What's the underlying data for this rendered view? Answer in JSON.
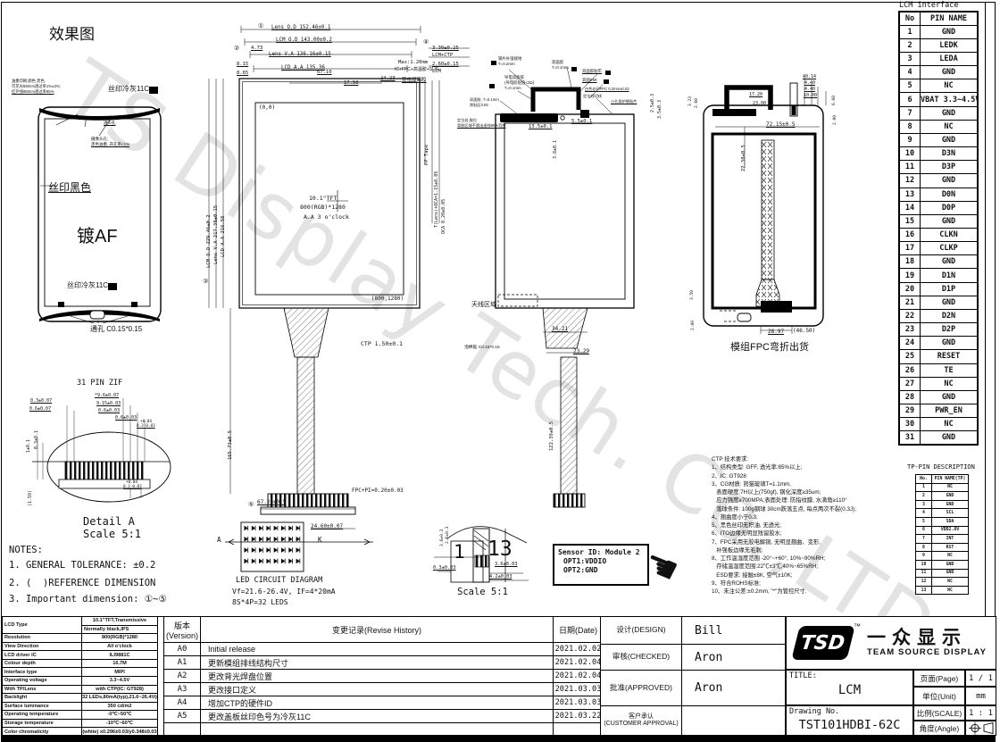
{
  "watermark": "TS Display Tech. Co.,LTD",
  "effect": {
    "title": "效果图",
    "ir1": "油墨印刷:颜色 黑色,",
    "ir2": "可见光550nm透过率1%±3%;",
    "ir3": "红外线850nm透过率85%",
    "top_gray": "丝印冷灰11C",
    "sound_hole": "透声孔",
    "camera1": "摄像头孔:",
    "camera2": "黑色油墨, 开孔率<1%",
    "black_print": "丝印黑色",
    "af": "镀AF",
    "bottom_gray": "丝印冷灰11C",
    "through_hole": "通孔 C0.15*0.15"
  },
  "detailA": {
    "pin_label": "31 PIN ZIF",
    "d0": "0.3±0.07",
    "d1": "0.6±0.07",
    "d2": "*9.6±0.07",
    "d3": "9.15±0.03",
    "d4": "0.6±0.03",
    "d5": "0.6±0.03",
    "d6a": "+0.04",
    "d6b": "0.3-0.03",
    "d7": "1±0.1",
    "d8": "0.3±0.1",
    "d9": "(1.59)",
    "d10a": "+0.04",
    "d10b": "0.3-0.03",
    "title": "Detail A",
    "scale": "Scale 5:1"
  },
  "notes": {
    "l0": "NOTES:",
    "l1": "1. GENERAL TOLERANCE: ±0.2",
    "l2": "2. (  )REFERENCE DIMENSION",
    "l3": "3. Important dimension: ①~⑤"
  },
  "view1": {
    "c1": "①",
    "c2": "②",
    "c3": "③",
    "c4": "④",
    "c5": "⑤",
    "d0": "Lens O.D 152.46±0.1",
    "d1": "LCM O.D 143.00±0.2",
    "d2": "4.73",
    "d3": "Lens V.A 136.16±0.15",
    "d4": "8.15",
    "d5": "LCD A.A 135.36",
    "d6": "8.65",
    "d7": "67.10",
    "d8": "17.50",
    "d9": "24.23",
    "t1": "Max:1.20mm",
    "t2": "IC+FPC+高温胶+SUS",
    "t3": "导电双面胶",
    "t4": "3.30±0.25",
    "t5": "LCM+CTP",
    "t6": "2.60±0.15",
    "t7": "LCM",
    "origin": "(0,0)",
    "center1": "10.1\"TFT",
    "center2": "800(RGB)*1280",
    "center3": "A.A 3 o'clock",
    "corner": "(800,1280)",
    "ctp_dim": "CTP 1.50±0.1",
    "fpc_dim": "FPC+PI=0.20±0.03",
    "d10": "67.28±0.5",
    "d11": "24.60±0.07",
    "v1": "LCM O.D 229.46±0.2",
    "v2": "Lens V.A 217.38±0.15",
    "v3": "LCD A.A 216.58",
    "v4": "165.73±0.5",
    "v5": "PP Tape",
    "v6": "T(Lens)+OCA=1.15±0.05",
    "v7": "OCA 0.20±0.05"
  },
  "view2": {
    "k0": "钢片补强接地",
    "k1": "T=0.2mm",
    "k2": "双面胶",
    "k3": "T=0.1mm",
    "k4": "双面胶贴牢",
    "k5": "双面EMI",
    "k6": "导电双面胶",
    "k7": "(导电胶阻值<2Ω)",
    "k8": "T=0.1mm",
    "k9": "白色丝印FPC 0.2mm±0.03",
    "k10": "定位线切线",
    "k11": "小孔保护钢贴片",
    "k12": "双面胶, T=0.1mm",
    "k13": "禁贴区0.05",
    "k14": "定位处,胶位",
    "k15": "背胶区域不超出虚线80%范围",
    "k16": "泡棉胶 C0.15*0.15",
    "antenna": "天线区域",
    "d0": "13.5±0.1",
    "d1": "5.5±0.1",
    "d2": "3.8±0.1",
    "d3": "2.5±0.3",
    "d4": "3.5±0.3",
    "d5": "34.21",
    "d6": "23.29",
    "d7": "122.39±0.5"
  },
  "view3": {
    "d0": "40.14",
    "d1": "4.40",
    "d2": "4.40",
    "d3": "10.00",
    "d4": "17.20",
    "d5": "23.00",
    "d6": "3.23",
    "d7": "2.60",
    "d8": "6.60",
    "d9": "2.00",
    "d10": "72.15±0.5",
    "d11": "22.38±0.5",
    "d12": "3.50",
    "d13": "2.00",
    "d14": "28.97",
    "d15": "(46.50)",
    "caption": "模组FPC弯折出货"
  },
  "pdetail": {
    "n1": "1",
    "n13": "13",
    "d0": "0.3±0.03",
    "d1": "3.6±0.03",
    "d2": "4.2±0.03",
    "d3": "3.6±0.3",
    "d4": "2.5±0.3",
    "scale": "Scale 5:1"
  },
  "led": {
    "a": "A",
    "k": "K",
    "title": "LED CIRCUIT DIAGRAM",
    "line1": "Vf=21.6-26.4V, IF=4*20mA",
    "line2": "8S*4P=32 LEDS"
  },
  "sensor": {
    "l1": "Sensor ID: Module 2",
    "l2": "OPT1:VDDIO",
    "l3": "OPT2:GND"
  },
  "ctp": {
    "lines": [
      "CTP 技术要求:",
      "1、结构类型: GFF, 透光率:85%以上;",
      "2、IC: GT928",
      "3、CG材质: 熊猫玻璃T=1.1mm,",
      "   表面硬度:7H以上(750gf), 钢化深度≥35um;",
      "   应力强度≥700MPA;表面处理: 防指纹膜, 水滴角≥110°",
      "   落球条件: 100g钢球 30cm跌落五点, 每点两次不裂(0.3J);",
      "4、翘曲度小于0.3;",
      "5、黑色丝印无积油, 无透光;",
      "6、ITO边缘无明显残留胶水;",
      "7、FPC采用无胶电解铜, 无明显翘曲、变形,",
      "   补强板边缘无毛刺;",
      "8、工作温湿度范围 -20°~+60°, 10%~90%RH;",
      "   存储温湿度范围:22℃±3℃,40%~65%RH;",
      "   ESD要求: 接触±8K, 空气±10K;",
      "9、符合ROHS标准;",
      "10、未注公差:±0.2mm, \"*\"为管控尺寸."
    ]
  },
  "lcm": {
    "title": "LCM interface",
    "headers": [
      "No",
      "PIN NAME"
    ],
    "pins": [
      [
        "1",
        "GND"
      ],
      [
        "2",
        "LEDK"
      ],
      [
        "3",
        "LEDA"
      ],
      [
        "4",
        "GND"
      ],
      [
        "5",
        "NC"
      ],
      [
        "6",
        "VBAT 3.3~4.5V"
      ],
      [
        "7",
        "GND"
      ],
      [
        "8",
        "NC"
      ],
      [
        "9",
        "GND"
      ],
      [
        "10",
        "D3N"
      ],
      [
        "11",
        "D3P"
      ],
      [
        "12",
        "GND"
      ],
      [
        "13",
        "D0N"
      ],
      [
        "14",
        "D0P"
      ],
      [
        "15",
        "GND"
      ],
      [
        "16",
        "CLKN"
      ],
      [
        "17",
        "CLKP"
      ],
      [
        "18",
        "GND"
      ],
      [
        "19",
        "D1N"
      ],
      [
        "20",
        "D1P"
      ],
      [
        "21",
        "GND"
      ],
      [
        "22",
        "D2N"
      ],
      [
        "23",
        "D2P"
      ],
      [
        "24",
        "GND"
      ],
      [
        "25",
        "RESET"
      ],
      [
        "26",
        "TE"
      ],
      [
        "27",
        "NC"
      ],
      [
        "28",
        "GND"
      ],
      [
        "29",
        "PWR_EN"
      ],
      [
        "30",
        "NC"
      ],
      [
        "31",
        "GND"
      ]
    ]
  },
  "tp": {
    "title": "TP-PIN DESCRIPTION",
    "headers": [
      "No.",
      "PIN NAME(TP)"
    ],
    "pins": [
      [
        "1",
        "NC"
      ],
      [
        "2",
        "GND"
      ],
      [
        "3",
        "GND"
      ],
      [
        "4",
        "SCL"
      ],
      [
        "5",
        "SDA"
      ],
      [
        "6",
        "VDD2.8V"
      ],
      [
        "7",
        "INT"
      ],
      [
        "8",
        "RST"
      ],
      [
        "9",
        "NC"
      ],
      [
        "10",
        "GND"
      ],
      [
        "11",
        "GND"
      ],
      [
        "12",
        "NC"
      ],
      [
        "13",
        "NC"
      ]
    ]
  },
  "spec": {
    "rows": [
      [
        "LCD Type",
        "10.1\"TFT,Transmissive",
        "Normally black,IPS"
      ],
      [
        "Resolution",
        "800(RGB)*1280"
      ],
      [
        "View Direction",
        "All o'clock"
      ],
      [
        "LCD driver IC",
        "ILI9881C"
      ],
      [
        "Colour depth",
        "16.7M"
      ],
      [
        "Interface type",
        "MIPI"
      ],
      [
        "Operating voltage",
        "3.3~4.5V"
      ],
      [
        "With TP/Lens",
        "with CTP(IC: GT928)"
      ],
      [
        "Backlight",
        "32 LEDs,80mA(typ),21.6~26.4V(ref)"
      ],
      [
        "Surface luminance",
        "350 cd/m2"
      ],
      [
        "Operating temperature",
        "-0℃~50℃"
      ],
      [
        "Storage temperature",
        "-10℃~60℃"
      ],
      [
        "Color chromaticity",
        "(white) x0.296±0.03/y0.348±0.03"
      ]
    ]
  },
  "revision": {
    "version1": "版本",
    "version2": "(Version)",
    "change": "变更记录(Revise History)",
    "date": "日期(Date)",
    "rows": [
      [
        "A0",
        "Initial release",
        "2021.02.02"
      ],
      [
        "A1",
        "更新模组排线结构尺寸",
        "2021.02.04"
      ],
      [
        "A2",
        "更改背光焊盘位置",
        "2021.02.04"
      ],
      [
        "A3",
        "更改接口定义",
        "2021.03.03"
      ],
      [
        "A4",
        "增加CTP的硬件ID",
        "2021.03.03"
      ],
      [
        "A5",
        "更改盖板丝印色号为冷灰11C",
        "2021.03.22"
      ],
      [
        "",
        "",
        ""
      ]
    ]
  },
  "approval": {
    "rows": [
      [
        "设计(DESIGN)",
        "Bill"
      ],
      [
        "审核(CHECKED)",
        "Aron"
      ],
      [
        "批准(APPROVED)",
        "Aron"
      ],
      [
        "客户承认\n(CUSTOMER APPROVAL)",
        ""
      ]
    ]
  },
  "brand": {
    "tsd": "TSD",
    "tm": "™",
    "cn": "一众显示",
    "en": "TEAM SOURCE DISPLAY"
  },
  "title_block": {
    "title_label": "TITLE:",
    "title": "LCM",
    "page_label": "页面(Page)",
    "page": "1 / 1",
    "unit_label": "单位(Unit)",
    "unit": "mm",
    "drawing_label": "Drawing No.",
    "drawing_no": "TST101HDBI-62C",
    "scale_label": "比例(SCALE)",
    "scale": "1 : 1",
    "angle_label": "角度(Angle)"
  }
}
